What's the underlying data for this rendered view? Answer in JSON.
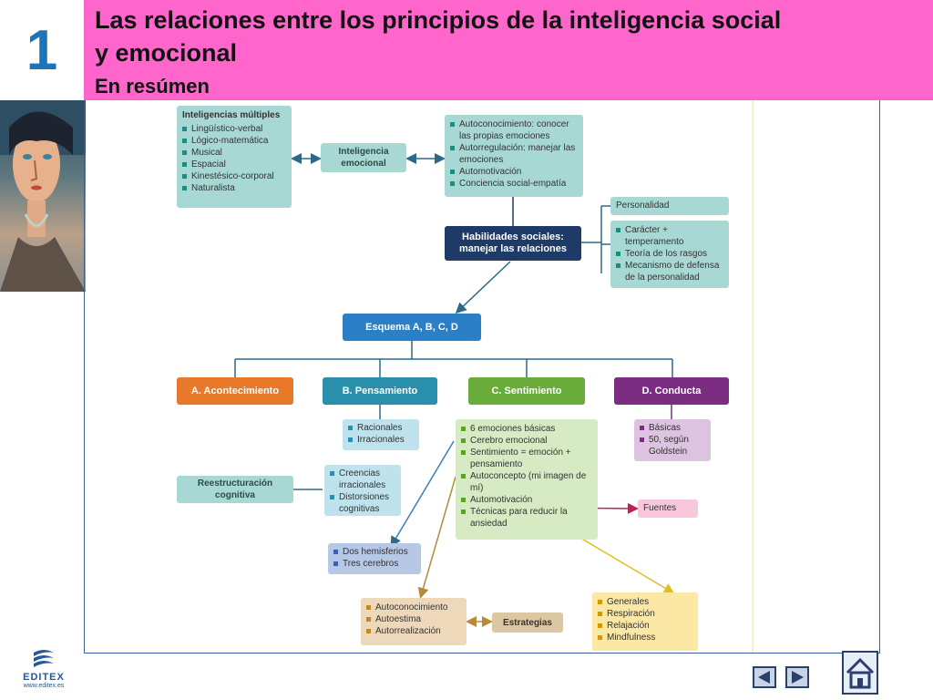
{
  "slide": {
    "number": "1",
    "title_line1": "Las relaciones entre los principios de la inteligencia social",
    "title_line2": "y emocional",
    "subtitle": "En resúmen"
  },
  "diagram": {
    "multiple": {
      "title": "Inteligencias múltiples",
      "items": [
        "Lingüístico-verbal",
        "Lógico-matemática",
        "Musical",
        "Espacial",
        "Kinestésico-corporal",
        "Naturalista"
      ]
    },
    "emotional": "Inteligencia emocional",
    "emotional_items": [
      "Autoconocimiento: conocer las propias emociones",
      "Autorregulación: manejar las emociones",
      "Automotivación",
      "Conciencia social-empatía"
    ],
    "social": "Habilidades sociales: manejar las relaciones",
    "personalidad": "Personalidad",
    "personality_items": [
      "Carácter + temperamento",
      "Teoría de los rasgos",
      "Mecanismo de defensa de la personalidad"
    ],
    "schema": "Esquema A, B, C, D",
    "a": "A. Acontecimiento",
    "b": "B. Pensamiento",
    "c": "C. Sentimiento",
    "d": "D. Conducta",
    "b_items": [
      "Racionales",
      "Irracionales"
    ],
    "b_items2": [
      "Creencias irracionales",
      "Distorsiones cognitivas"
    ],
    "restructuring": "Reestructuración cognitiva",
    "c_items": [
      "6 emociones básicas",
      "Cerebro emocional",
      "Sentimiento = emoción + pensamiento",
      "Autoconcepto (mi imagen de mí)",
      "Automotivación",
      "Técnicas para reducir la ansiedad"
    ],
    "d_items": [
      "Básicas",
      "50, según Goldstein"
    ],
    "fuentes": "Fuentes",
    "brain_items": [
      "Dos hemisferios",
      "Tres cerebros"
    ],
    "self_items": [
      "Autoconocimiento",
      "Autoestima",
      "Autorrealización"
    ],
    "estrategias": "Estrategias",
    "anxiety_items": [
      "Generales",
      "Respiración",
      "Relajación",
      "Mindfulness"
    ]
  },
  "footer": {
    "brand": "EDITEX",
    "web": "www.editex.es"
  },
  "colors": {
    "header": "#ff66cc",
    "number": "#1d74b8",
    "a": "#e8792b",
    "b": "#2a8faa",
    "c": "#6aac3a",
    "d": "#7b2d82",
    "schema": "#2a7fc7",
    "social": "#1e3a66"
  }
}
